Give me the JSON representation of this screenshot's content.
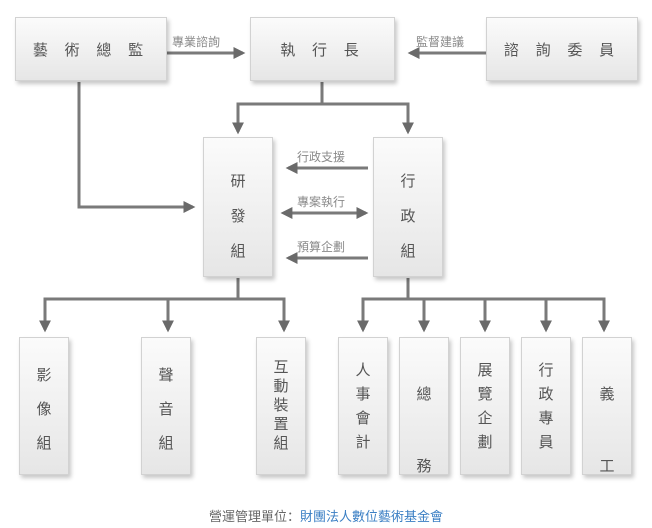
{
  "top": {
    "director": "藝 術 總 監",
    "ceo": "執 行 長",
    "advisors": "諮 詢 委 員"
  },
  "edges": {
    "consult": "專業諮詢",
    "supervise": "監督建議",
    "admin_support": "行政支援",
    "project_exec": "專案執行",
    "budget_plan": "預算企劃"
  },
  "middle": {
    "rnd": [
      "研",
      "發",
      "組"
    ],
    "admin": [
      "行",
      "政",
      "組"
    ]
  },
  "bottom": [
    [
      "影",
      "像",
      "組"
    ],
    [
      "聲",
      "音",
      "組"
    ],
    [
      "互",
      "動",
      "裝",
      "置",
      "組"
    ],
    [
      "人",
      "事",
      "會",
      "計"
    ],
    [
      "總",
      "務"
    ],
    [
      "展",
      "覽",
      "企",
      "劃"
    ],
    [
      "行",
      "政",
      "專",
      "員"
    ],
    [
      "義",
      "工"
    ]
  ],
  "footer": {
    "label": "營運管理單位：",
    "org": "財團法人數位藝術基金會"
  }
}
